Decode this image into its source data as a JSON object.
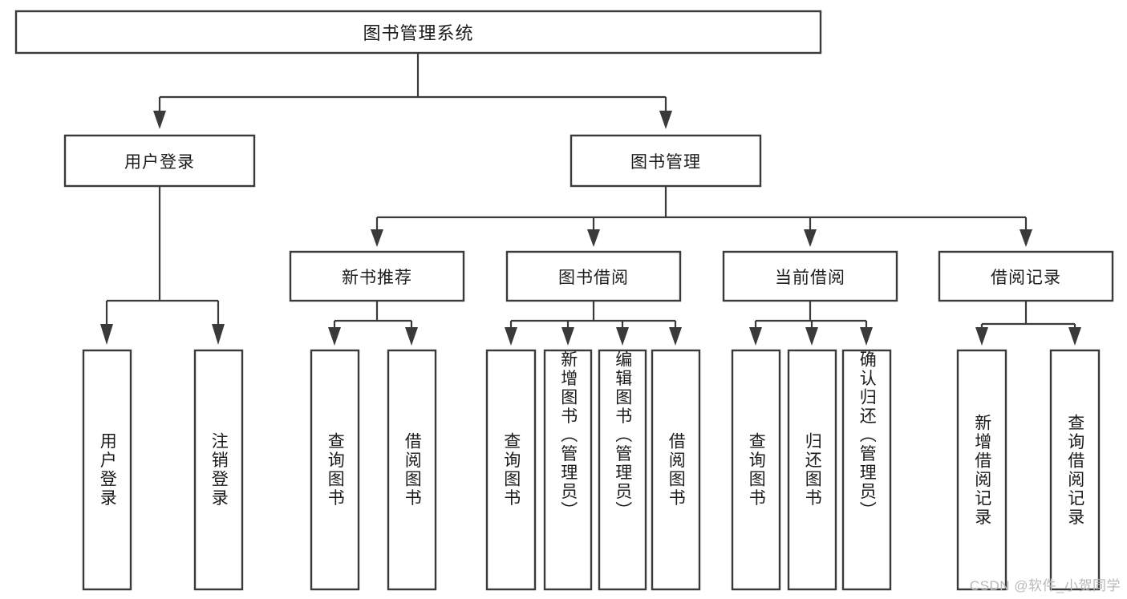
{
  "diagram": {
    "type": "tree-hierarchy",
    "title": "图书管理系统",
    "watermark": "CSDN @软件_小贺同学",
    "colors": {
      "box_stroke": "#3a3a3a",
      "box_fill": "#ffffff",
      "text": "#1b1b1b",
      "connector": "#3a3a3a",
      "watermark": "#b9b9b9",
      "background": "#ffffff"
    },
    "levels": {
      "root": {
        "id": "root",
        "label": "图书管理系统",
        "orientation": "horizontal"
      },
      "level2": [
        {
          "id": "user-login",
          "label": "用户登录",
          "orientation": "horizontal"
        },
        {
          "id": "book-management",
          "label": "图书管理",
          "orientation": "horizontal"
        }
      ],
      "level3": [
        {
          "id": "new-book-recommend",
          "label": "新书推荐",
          "orientation": "horizontal",
          "parent": "book-management"
        },
        {
          "id": "book-borrow",
          "label": "图书借阅",
          "orientation": "horizontal",
          "parent": "book-management"
        },
        {
          "id": "current-borrow",
          "label": "当前借阅",
          "orientation": "horizontal",
          "parent": "book-management"
        },
        {
          "id": "borrow-record",
          "label": "借阅记录",
          "orientation": "horizontal",
          "parent": "book-management"
        }
      ],
      "leaves": [
        {
          "id": "leaf-user-login",
          "label": "用户登录",
          "orientation": "vertical",
          "parent": "user-login"
        },
        {
          "id": "leaf-logout-login",
          "label": "注销登录",
          "orientation": "vertical",
          "parent": "user-login"
        },
        {
          "id": "leaf-query-book-1",
          "label": "查询图书",
          "orientation": "vertical",
          "parent": "new-book-recommend"
        },
        {
          "id": "leaf-borrow-book-1",
          "label": "借阅图书",
          "orientation": "vertical",
          "parent": "new-book-recommend"
        },
        {
          "id": "leaf-query-book-2",
          "label": "查询图书",
          "orientation": "vertical",
          "parent": "book-borrow"
        },
        {
          "id": "leaf-add-book",
          "label": "新增图书（管理员）",
          "orientation": "vertical",
          "parent": "book-borrow"
        },
        {
          "id": "leaf-edit-book",
          "label": "编辑图书（管理员）",
          "orientation": "vertical",
          "parent": "book-borrow"
        },
        {
          "id": "leaf-borrow-book-2",
          "label": "借阅图书",
          "orientation": "vertical",
          "parent": "book-borrow"
        },
        {
          "id": "leaf-query-book-3",
          "label": "查询图书",
          "orientation": "vertical",
          "parent": "current-borrow"
        },
        {
          "id": "leaf-return-book",
          "label": "归还图书",
          "orientation": "vertical",
          "parent": "current-borrow"
        },
        {
          "id": "leaf-confirm-return",
          "label": "确认归还（管理员）",
          "orientation": "vertical",
          "parent": "current-borrow"
        },
        {
          "id": "leaf-add-record",
          "label": "新增借阅记录",
          "orientation": "vertical",
          "parent": "borrow-record"
        },
        {
          "id": "leaf-query-record",
          "label": "查询借阅记录",
          "orientation": "vertical",
          "parent": "borrow-record"
        }
      ]
    }
  }
}
